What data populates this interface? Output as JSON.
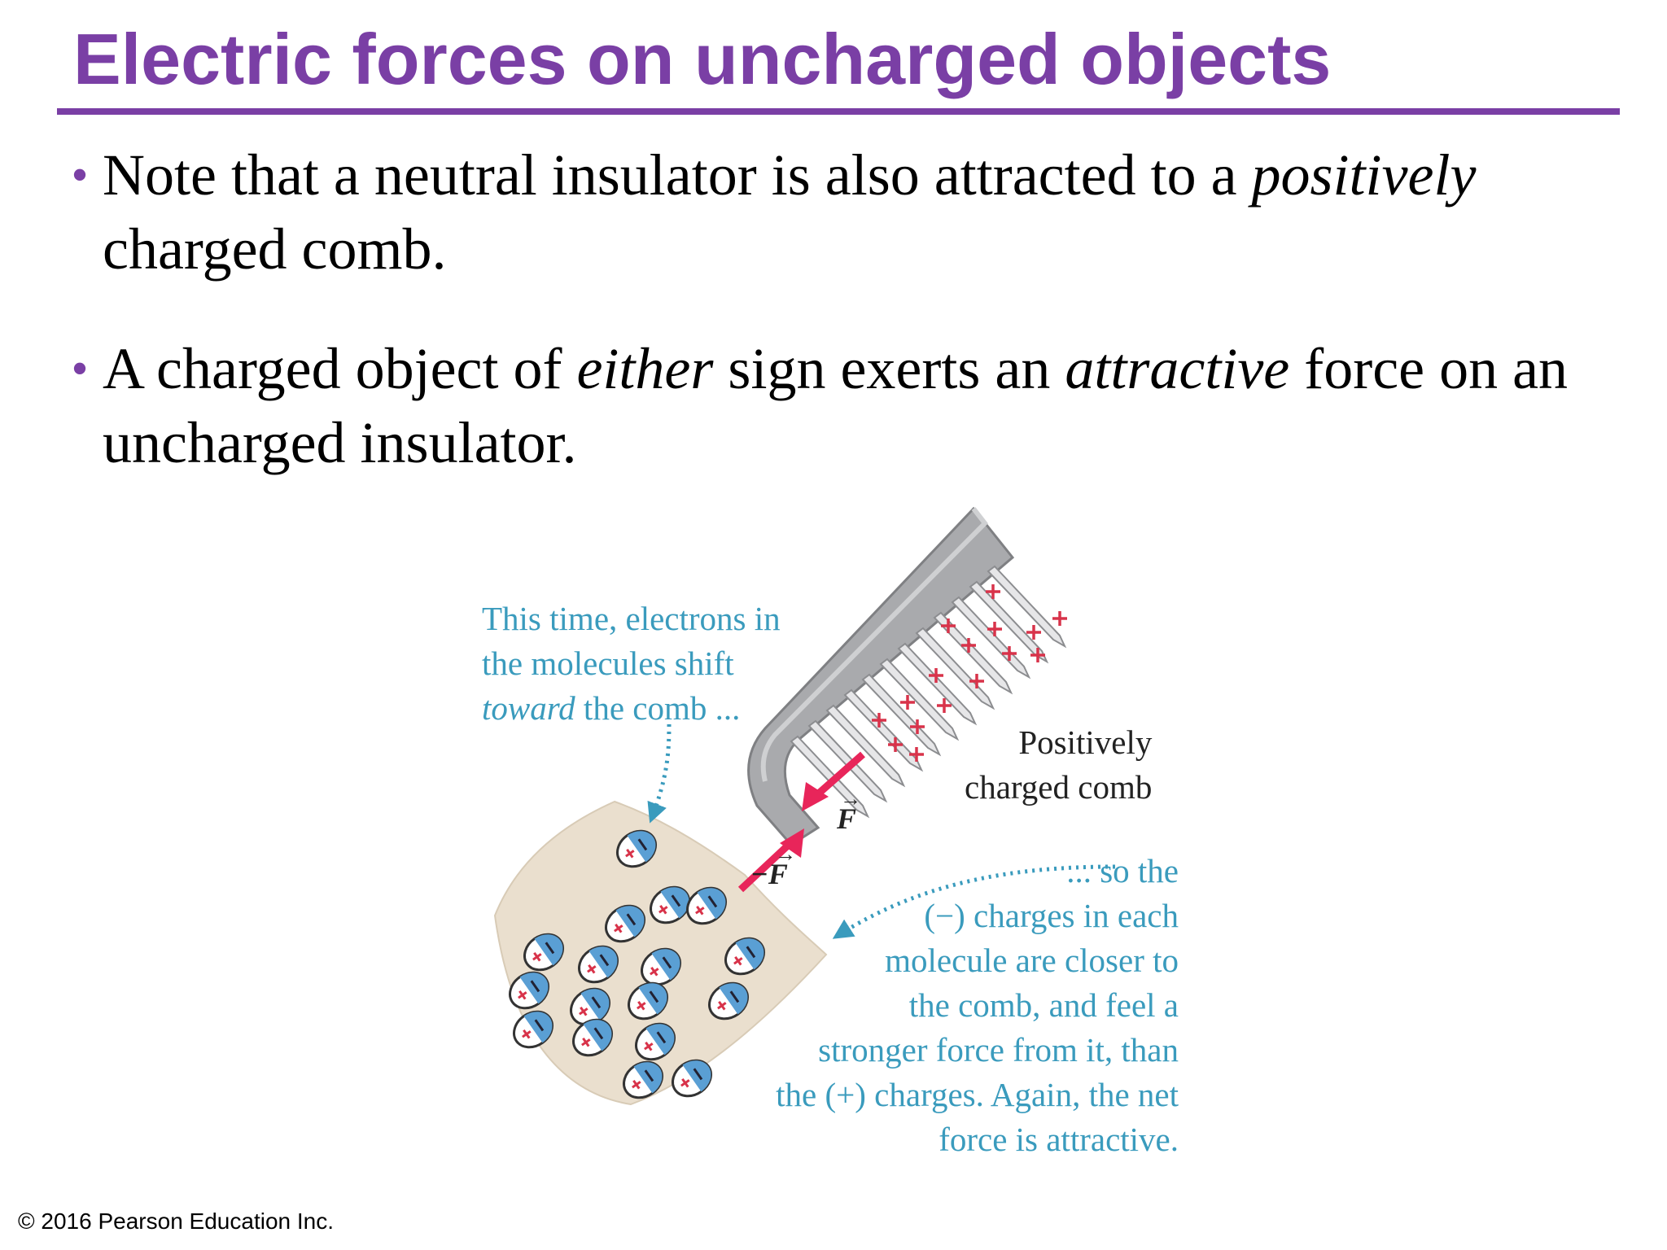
{
  "title": "Electric forces on uncharged objects",
  "bullets": [
    {
      "marker": "•",
      "parts": [
        {
          "text": "Note that a neutral insulator is also attracted to a ",
          "italic": false
        },
        {
          "text": "positively",
          "italic": true
        },
        {
          "text": " charged comb.",
          "italic": false
        }
      ]
    },
    {
      "marker": "•",
      "parts": [
        {
          "text": "A charged object of ",
          "italic": false
        },
        {
          "text": "either",
          "italic": true
        },
        {
          "text": " sign exerts an ",
          "italic": false
        },
        {
          "text": "attractive",
          "italic": true
        },
        {
          "text": " force on an uncharged insulator.",
          "italic": false
        }
      ]
    }
  ],
  "figure": {
    "caption_left": {
      "lines": [
        [
          {
            "text": "This time, electrons in",
            "italic": false
          }
        ],
        [
          {
            "text": "the molecules shift",
            "italic": false
          }
        ],
        [
          {
            "text": "toward",
            "italic": true
          },
          {
            "text": " the comb ...",
            "italic": false
          }
        ]
      ]
    },
    "comb_label": [
      "Positively",
      "charged comb"
    ],
    "force_label": "F",
    "neg_force_label": "−F",
    "caption_right": [
      "... so the",
      "(−) charges in each",
      "molecule are closer to",
      "the comb, and feel a",
      "stronger force from it, than",
      "the (+) charges. Again, the net",
      "force is attractive."
    ],
    "colors": {
      "caption": "#3a9bbd",
      "force_arrow": "#e8255a",
      "positive_charge": "#d8334a",
      "negative_charge": "#5a9fd4",
      "insulator": "#eadfce",
      "comb": "#a9aaad"
    }
  },
  "footer": "© 2016 Pearson Education Inc."
}
